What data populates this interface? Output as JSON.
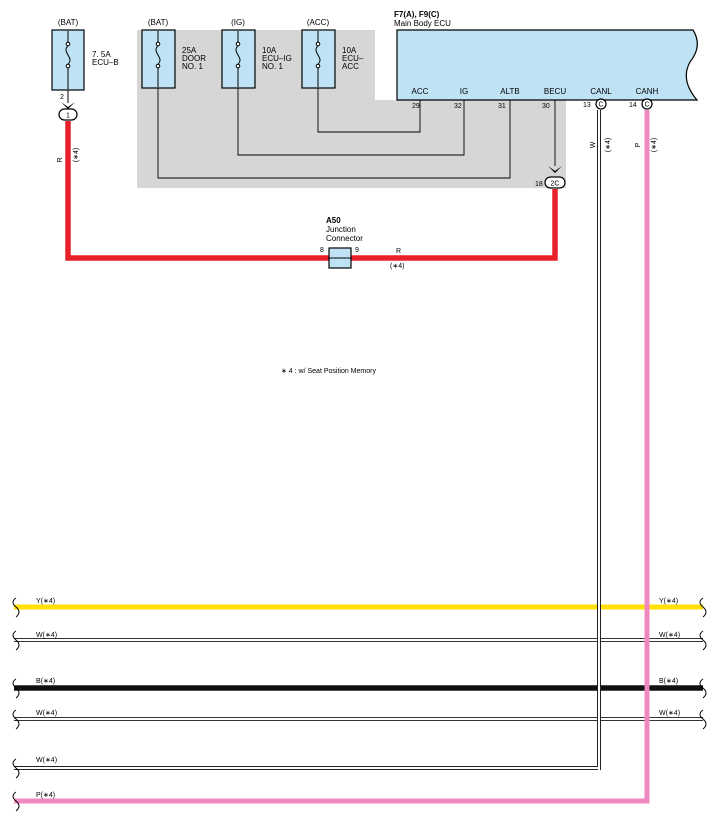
{
  "ecu": {
    "title": "F7(A), F9(C)",
    "name": "Main Body ECU",
    "pins": [
      {
        "label": "ACC",
        "number": "29"
      },
      {
        "label": "IG",
        "number": "32"
      },
      {
        "label": "ALTB",
        "number": "31"
      },
      {
        "label": "BECU",
        "number": "30"
      },
      {
        "label": "CANL",
        "number": "13"
      },
      {
        "label": "CANH",
        "number": "14"
      }
    ],
    "can_pin_letter": "C"
  },
  "fuses": [
    {
      "source": "(BAT)",
      "rating": "7. 5A",
      "name1": "ECU–B",
      "name2": ""
    },
    {
      "source": "(BAT)",
      "rating": "25A",
      "name1": "DOOR",
      "name2": "NO. 1"
    },
    {
      "source": "(IG)",
      "rating": "10A",
      "name1": "ECU–IG",
      "name2": "NO. 1"
    },
    {
      "source": "(ACC)",
      "rating": "10A",
      "name1": "ECU–",
      "name2": "ACC"
    }
  ],
  "connectors": {
    "fuse_pin": "2",
    "fuse_conn": "1",
    "ecu_pin": "18",
    "ecu_conn": "2C"
  },
  "junction": {
    "id": "A50",
    "name1": "Junction",
    "name2": "Connector",
    "pin_in": "8",
    "pin_out": "9"
  },
  "wire_labels": {
    "r": "R",
    "w": "W",
    "p": "P",
    "note_tag": "(∗4)"
  },
  "note": "∗ 4 : w/ Seat Position Memory",
  "bus_lines": [
    {
      "color_code": "Y",
      "left_label": "Y(∗4)",
      "right_label": "Y(∗4)",
      "color": "#ffe000"
    },
    {
      "color_code": "W",
      "left_label": "W(∗4)",
      "right_label": "W(∗4)",
      "color": "#ffffff"
    },
    {
      "color_code": "B",
      "left_label": "B(∗4)",
      "right_label": "B(∗4)",
      "color": "#111111"
    },
    {
      "color_code": "W",
      "left_label": "W(∗4)",
      "right_label": "W(∗4)",
      "color": "#ffffff"
    },
    {
      "color_code": "W",
      "left_label": "W(∗4)",
      "right_label": "",
      "color": "#ffffff"
    },
    {
      "color_code": "P",
      "left_label": "P(∗4)",
      "right_label": "",
      "color": "#f088c0"
    }
  ],
  "colors": {
    "red_wire": "#e8202a",
    "pink_wire": "#f088c0",
    "yellow_wire": "#ffe000",
    "black_wire": "#111111",
    "box_fill": "#bfe3f5",
    "shade": "#d6d6d6"
  }
}
